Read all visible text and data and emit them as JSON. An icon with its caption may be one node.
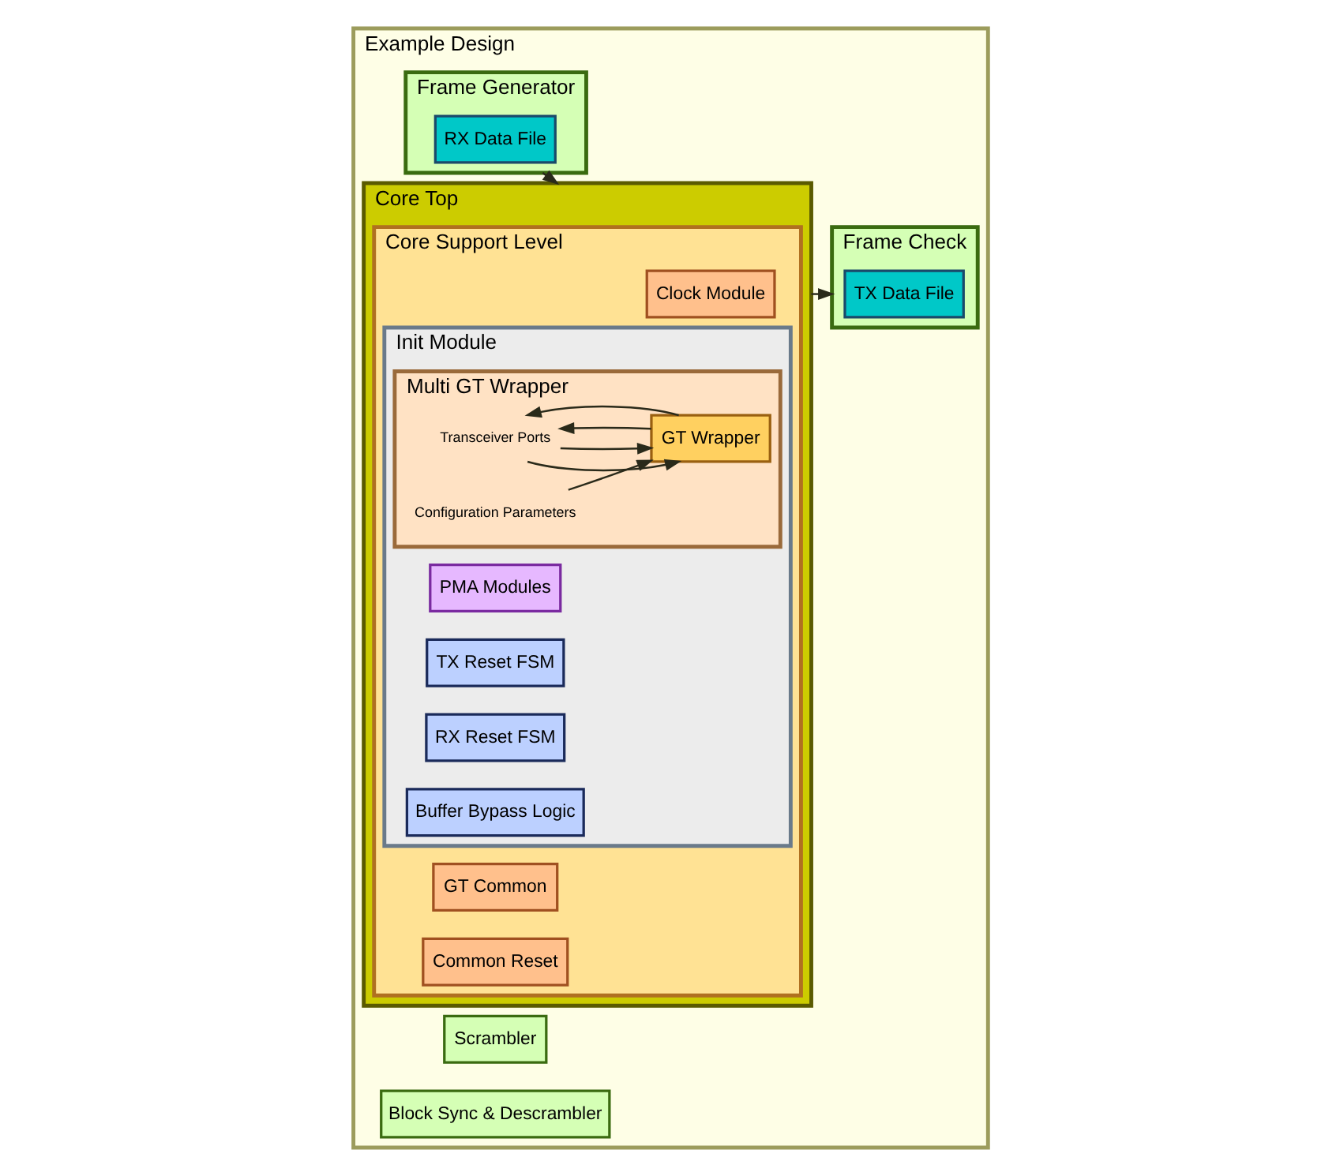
{
  "diagram": {
    "nodes": [
      {
        "text": [
          "Example Design"
        ]
      },
      {
        "text": [
          "Scrambler"
        ],
        "in": 0
      },
      {
        "text": [
          "Block Sync & Descrambler"
        ],
        "in": 0
      },
      {
        "text": [
          "Frame Generator"
        ],
        "in": 0
      },
      {
        "text": [
          "RX Data File"
        ],
        "in": 3
      },
      {
        "text": [
          "Frame Check"
        ],
        "in": 0
      },
      {
        "text": [
          "TX Data File"
        ],
        "in": 5
      },
      {
        "text": [
          "Core Top"
        ],
        "in": 0
      },
      {
        "text": [
          "Core Support Level"
        ],
        "in": 7
      },
      {
        "text": [
          "Clock Module"
        ],
        "in": 8
      },
      {
        "text": [
          "GT Common"
        ],
        "in": 8
      },
      {
        "text": [
          "Common Reset"
        ],
        "in": 8
      },
      {
        "text": [
          "Init Module"
        ],
        "in": 8
      },
      {
        "text": [
          "PMA Modules"
        ],
        "in": 12
      },
      {
        "text": [
          "TX Reset FSM"
        ],
        "in": 12
      },
      {
        "text": [
          "RX Reset FSM"
        ],
        "in": 12
      },
      {
        "text": [
          "Buffer Bypass Logic"
        ],
        "in": 12
      },
      {
        "text": [
          "Multi GT Wrapper"
        ],
        "in": 12
      },
      {
        "text": [
          "Transceiver Ports"
        ],
        "in": 17
      },
      {
        "text": [
          "GT Wrapper"
        ],
        "in": 17
      },
      {
        "text": [
          "Configuration Parameters"
        ],
        "in": 17
      }
    ],
    "edges": [
      {
        "from": 3,
        "to": 7,
        "arrow": "to"
      },
      {
        "from": 7,
        "to": 5,
        "arrow": "to"
      },
      {
        "from": 18,
        "to": 19,
        "arrow": "to"
      },
      {
        "from": 18,
        "to": 19,
        "arrow": "to"
      },
      {
        "from": 19,
        "to": 18,
        "arrow": "to"
      },
      {
        "from": 19,
        "to": 18,
        "arrow": "to"
      },
      {
        "from": 20,
        "to": 19,
        "arrow": "to"
      }
    ]
  }
}
